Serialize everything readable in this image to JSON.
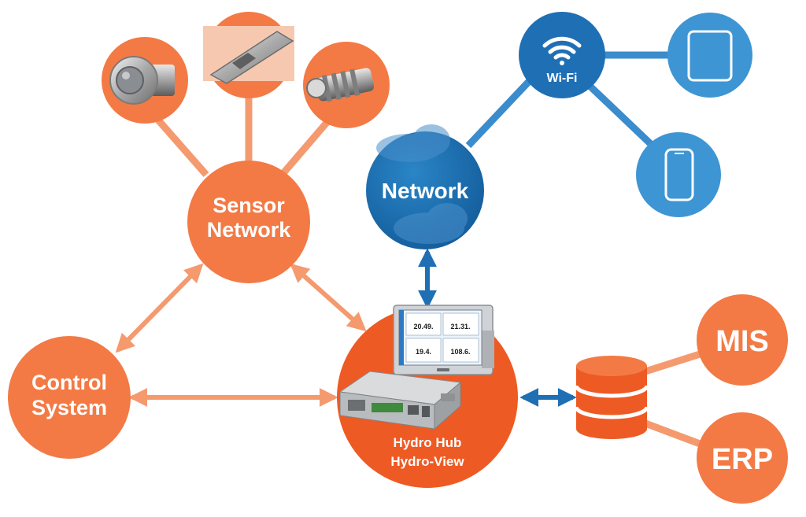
{
  "nodes": {
    "sensor_network": {
      "line1": "Sensor",
      "line2": "Network"
    },
    "control_system": {
      "line1": "Control",
      "line2": "System"
    },
    "hydro_hub": {
      "line1": "Hydro Hub",
      "line2": "Hydro-View"
    },
    "network": {
      "label": "Network"
    },
    "wifi": {
      "label": "Wi-Fi"
    },
    "mis": {
      "label": "MIS"
    },
    "erp": {
      "label": "ERP"
    }
  },
  "device_screen": {
    "readings": [
      "20.49.",
      "21.31.",
      "19.4.",
      "108.6."
    ]
  },
  "colors": {
    "orange": "#f37a45",
    "orange_dark": "#ee5a24",
    "orange_line": "#f49a6e",
    "blue_dark": "#1f6fb5",
    "blue_light": "#3e95d4",
    "blue_line": "#3a8ccc"
  }
}
